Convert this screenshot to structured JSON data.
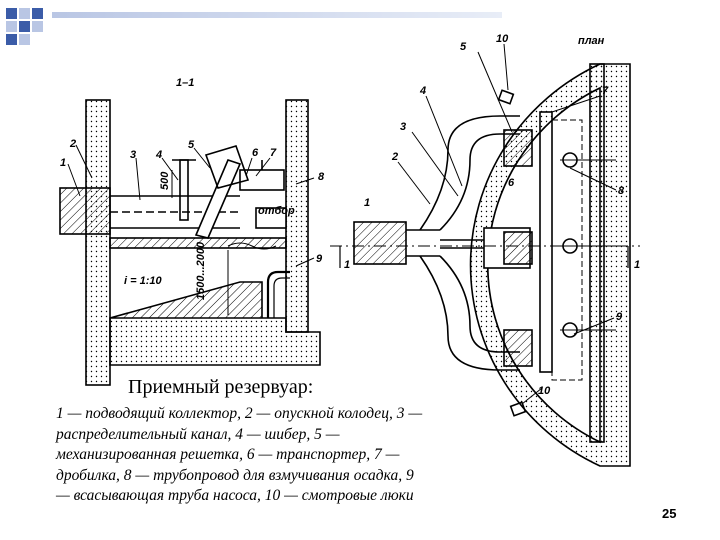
{
  "slide": {
    "caption_title": "Приемный резервуар:",
    "caption_body": "1 — подводящий коллектор, 2 — опускной колодец, 3 — распределительный канал, 4 — шибер, 5 — механизированная решетка, 6 — транспортер, 7 — дробилка, 8 — трубопровод для взмучивания осадка, 9 — всасывающая труба насоса,  10 — смотровые люки",
    "page_number": "25"
  },
  "drawing": {
    "section_title": "1–1",
    "plan_title": "план",
    "slope_label": "i = 1:10",
    "dim_label_1": "500",
    "dim_label_2": "1500...2000",
    "box_label": "отбор",
    "section_markers": [
      "1",
      "1"
    ],
    "section_callouts": [
      "1",
      "2",
      "3",
      "4",
      "5",
      "6",
      "7",
      "8",
      "9"
    ],
    "plan_callouts": [
      "1",
      "2",
      "3",
      "4",
      "5",
      "6",
      "7",
      "8",
      "9",
      "10",
      "10"
    ]
  },
  "colors": {
    "deco_blue": "#3b5ca8",
    "deco_light": "#b9c6e4",
    "line": "#000000"
  }
}
